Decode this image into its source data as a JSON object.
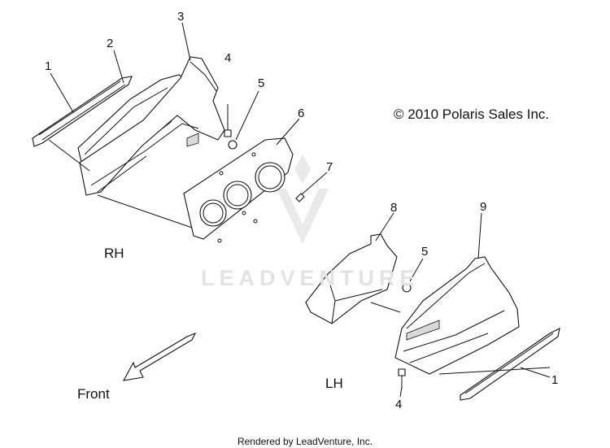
{
  "copyright": "© 2010 Polaris Sales Inc.",
  "footer": "Rendered by LeadVenture, Inc.",
  "watermark": "LEADVENTURE",
  "labels": {
    "rh": "RH",
    "lh": "LH",
    "front": "Front"
  },
  "callouts": {
    "c1_top": "1",
    "c2": "2",
    "c3": "3",
    "c4_top": "4",
    "c5_top": "5",
    "c6": "6",
    "c7": "7",
    "c8": "8",
    "c9": "9",
    "c5_bottom": "5",
    "c1_bottom": "1",
    "c4_bottom": "4"
  }
}
